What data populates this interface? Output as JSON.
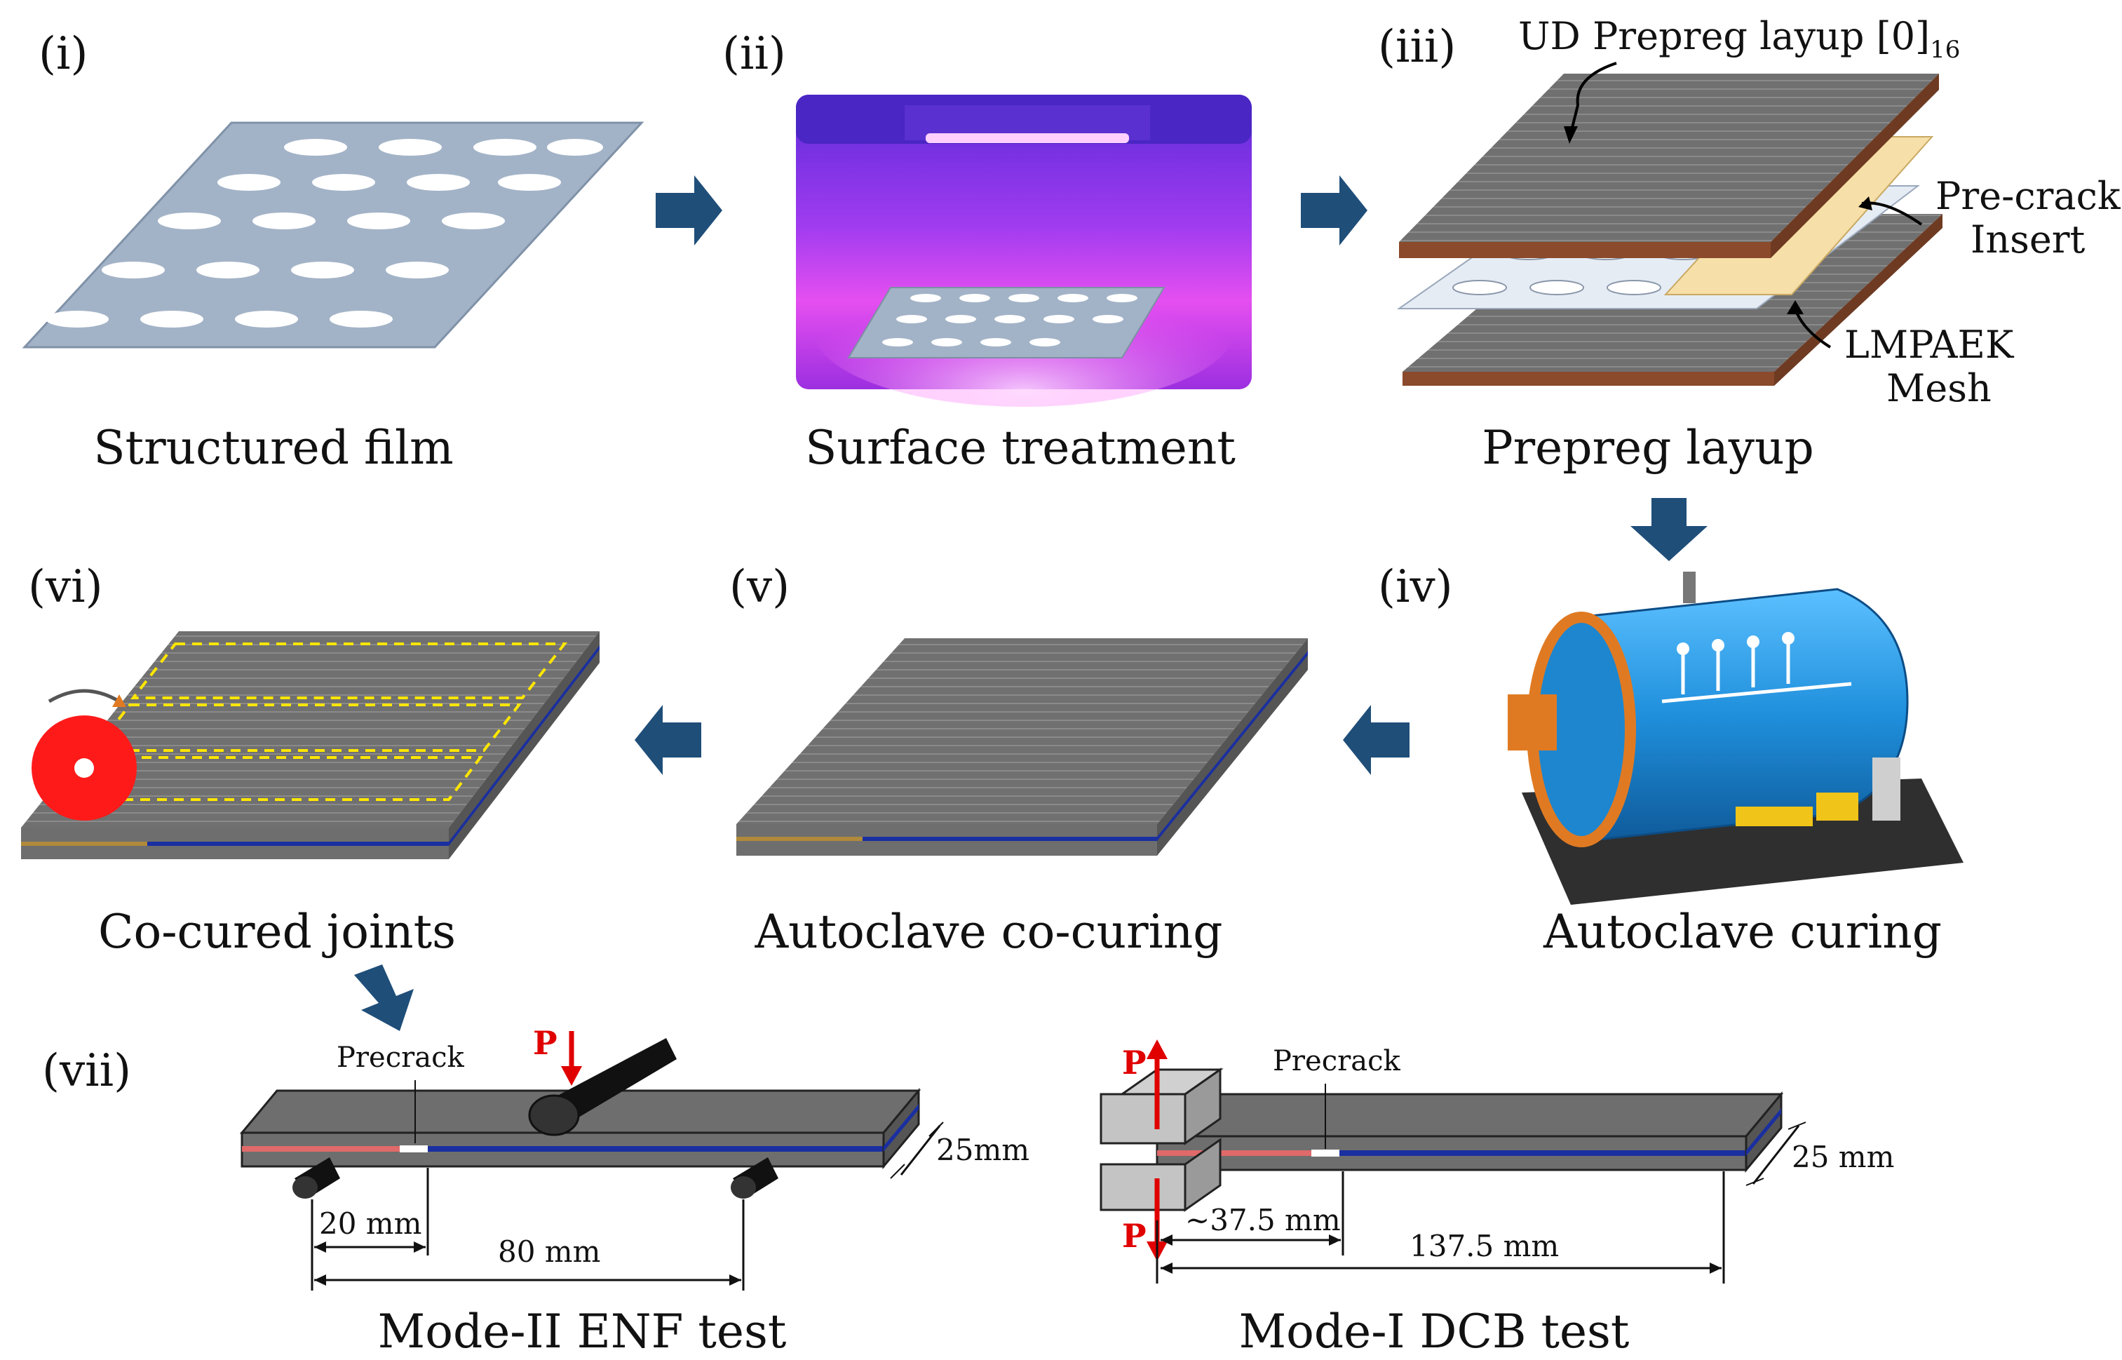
{
  "steps": {
    "s1": {
      "num": "(i)",
      "caption": "Structured film"
    },
    "s2": {
      "num": "(ii)",
      "caption": "Surface treatment"
    },
    "s3": {
      "num": "(iii)",
      "caption": "Prepreg layup"
    },
    "s4": {
      "num": "(iv)",
      "caption": "Autoclave curing"
    },
    "s5": {
      "num": "(v)",
      "caption": "Autoclave co-curing"
    },
    "s6": {
      "num": "(vi)",
      "caption": "Co-cured joints"
    },
    "s7": {
      "num": "(vii)"
    }
  },
  "layup_labels": {
    "ud_main": "UD Prepreg layup [0]",
    "ud_sub": "16",
    "precrack_line1": "Pre-crack",
    "precrack_line2": "Insert",
    "mesh_line1": "LMPAEK",
    "mesh_line2": "Mesh"
  },
  "enf": {
    "caption": "Mode-II ENF test",
    "precrack": "Precrack",
    "load": "P",
    "width": "25mm",
    "crack_length": "20 mm",
    "span": "80 mm"
  },
  "dcb": {
    "caption": "Mode-I DCB test",
    "precrack": "Precrack",
    "load_top": "P",
    "load_bottom": "P",
    "width": "25 mm",
    "crack_length": "~37.5 mm",
    "length": "137.5 mm"
  },
  "colors": {
    "arrow": "#1f4e79",
    "laminate": "#6e6e6e",
    "film": "#a3b3c7",
    "copper": "#8b4a2b",
    "insert": "#f6dfa8",
    "mesh_blue": "#1a2fa0",
    "uv_purple": "#a020f0",
    "autoclave_blue": "#1f8fdc",
    "load_red": "#e00000"
  }
}
